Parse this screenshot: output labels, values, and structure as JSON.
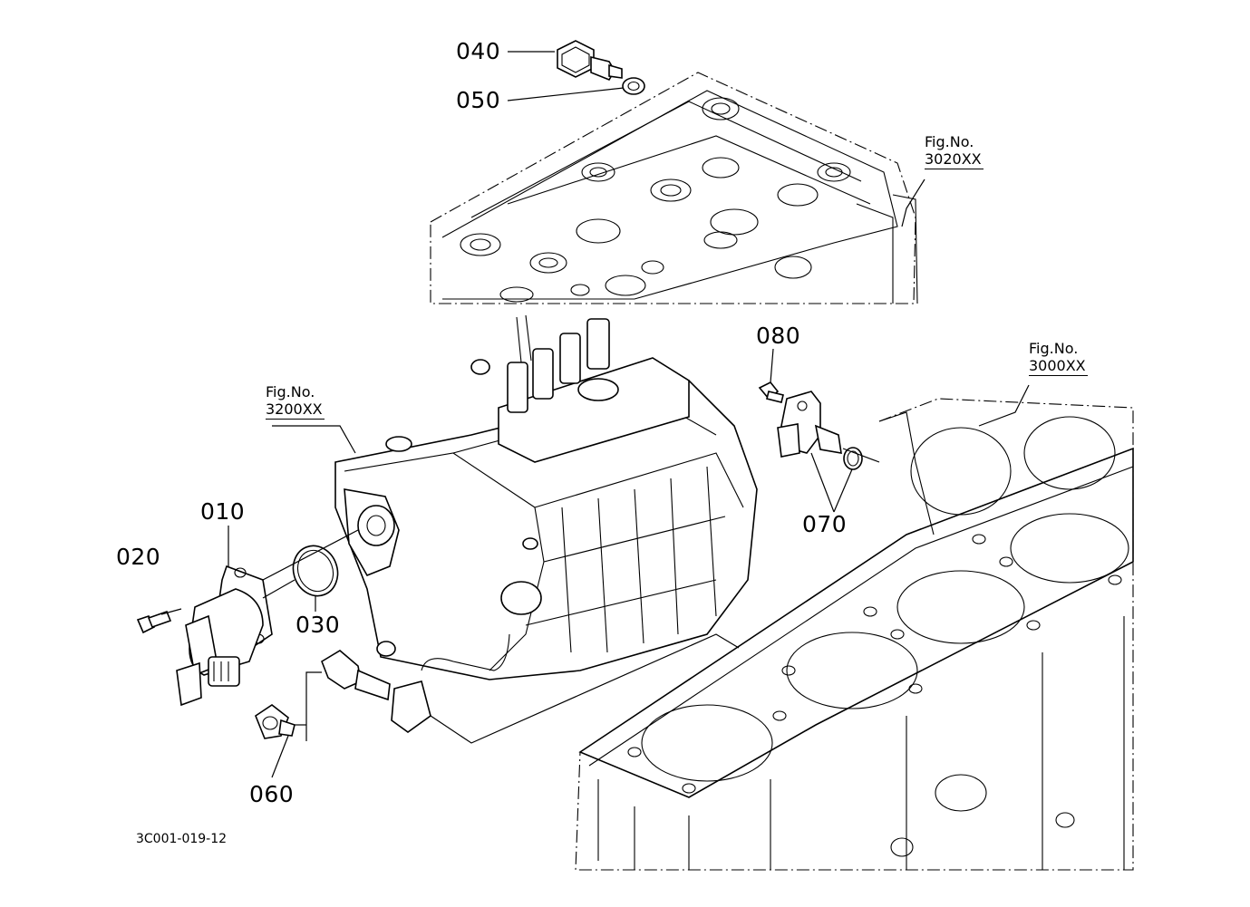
{
  "labels": {
    "p010": "010",
    "p020": "020",
    "p030": "030",
    "p040": "040",
    "p050": "050",
    "p060": "060",
    "p070": "070",
    "p080": "080"
  },
  "figure_refs": [
    {
      "caption": "Fig.No.",
      "code": "3020XX"
    },
    {
      "caption": "Fig.No.",
      "code": "3200XX"
    },
    {
      "caption": "Fig.No.",
      "code": "3000XX"
    }
  ],
  "drawing_id": "3C001-019-12",
  "colors": {
    "line": "#000000",
    "background": "#ffffff"
  }
}
